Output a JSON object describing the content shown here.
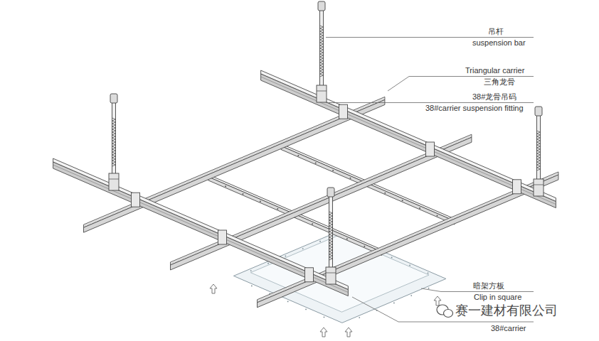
{
  "diagram": {
    "labels": [
      "吊杆",
      "suspension bar",
      "Triangular carrier",
      "三角龙骨",
      "38#龙骨吊码",
      "38#carrier suspension fitting",
      "暗架方板",
      "Clip in square",
      "赛一建材有限公司",
      "38#carrier"
    ]
  }
}
